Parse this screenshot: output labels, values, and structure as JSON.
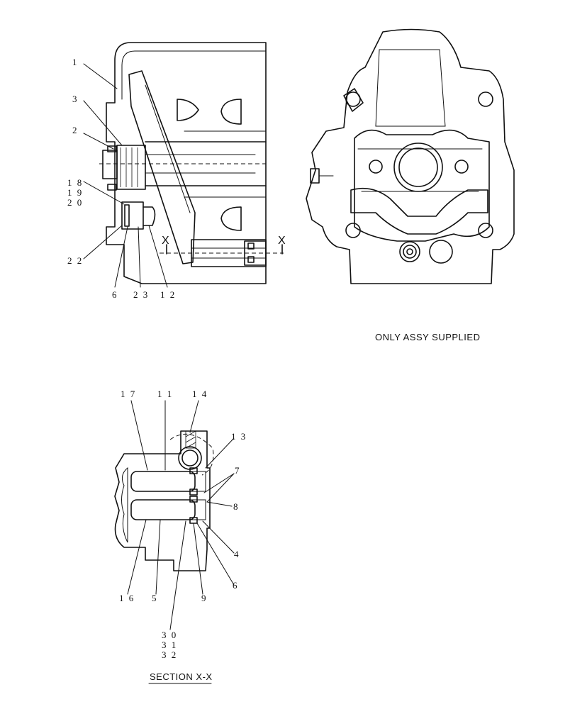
{
  "callouts_top": {
    "c1": "1",
    "c3": "3",
    "c2": "2",
    "c18": "1 8",
    "c19": "1 9",
    "c20": "2 0",
    "c22": "2 2",
    "c6": "6",
    "c23": "2 3",
    "c12": "1 2",
    "x_left": "X",
    "x_right": "X"
  },
  "note": "ONLY ASSY SUPPLIED",
  "callouts_section": {
    "c17": "1 7",
    "c11": "1 1",
    "c14": "1 4",
    "c13": "1 3",
    "c7": "7",
    "c8": "8",
    "c4": "4",
    "c6": "6",
    "c9": "9",
    "c16": "1 6",
    "c5": "5",
    "c30": "3 0",
    "c31": "3 1",
    "c32": "3 2"
  },
  "section_title": "SECTION  X-X"
}
